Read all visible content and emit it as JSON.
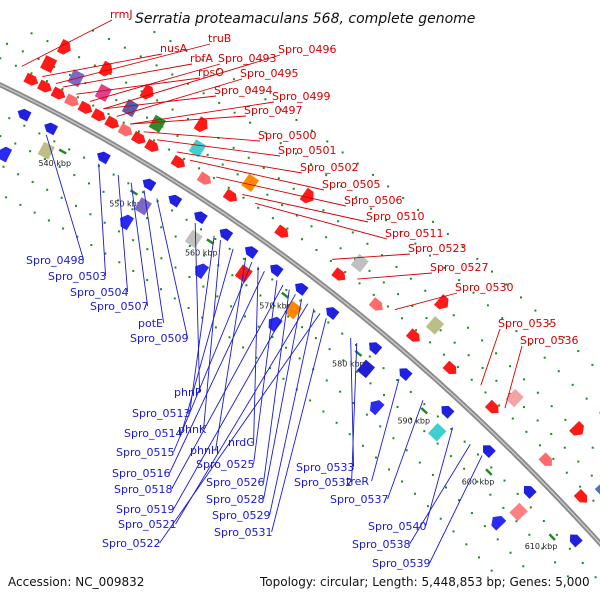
{
  "title": "Serratia proteamaculans 568, complete genome",
  "footer": {
    "accession": "Accession: NC_009832",
    "summary": "Topology: circular; Length: 5,448,853 bp; Genes: 5,000"
  },
  "colors": {
    "forward_label": "#d40000",
    "reverse_label": "#1a1acc",
    "backbone": "#888888"
  },
  "ticks": [
    {
      "label": "540 kbp"
    },
    {
      "label": "550 kbp"
    },
    {
      "label": "560 kbp"
    },
    {
      "label": "570 kbp"
    },
    {
      "label": "580 kbp"
    },
    {
      "label": "590 kbp"
    },
    {
      "label": "600 kbp"
    },
    {
      "label": "610 kbp"
    }
  ],
  "forward_genes": [
    "rrmJ",
    "truB",
    "nusA",
    "rbfA",
    "rpsO",
    "Spro_0493",
    "Spro_0496",
    "Spro_0495",
    "Spro_0494",
    "Spro_0499",
    "Spro_0497",
    "Spro_0500",
    "Spro_0501",
    "Spro_0502",
    "Spro_0505",
    "Spro_0506",
    "Spro_0510",
    "Spro_0511",
    "Spro_0523",
    "Spro_0527",
    "Spro_0530",
    "Spro_0535",
    "Spro_0536"
  ],
  "reverse_genes": [
    "Spro_0498",
    "Spro_0503",
    "Spro_0504",
    "Spro_0507",
    "potE",
    "Spro_0509",
    "phnP",
    "Spro_0513",
    "phnK",
    "Spro_0514",
    "phnH",
    "nrdG",
    "Spro_0515",
    "Spro_0516",
    "Spro_0525",
    "Spro_0518",
    "Spro_0526",
    "Spro_0519",
    "Spro_0528",
    "Spro_0521",
    "Spro_0529",
    "Spro_0522",
    "Spro_0531",
    "Spro_0533",
    "Spro_0532",
    "treR",
    "Spro_0537",
    "Spro_0540",
    "Spro_0538",
    "Spro_0539"
  ]
}
